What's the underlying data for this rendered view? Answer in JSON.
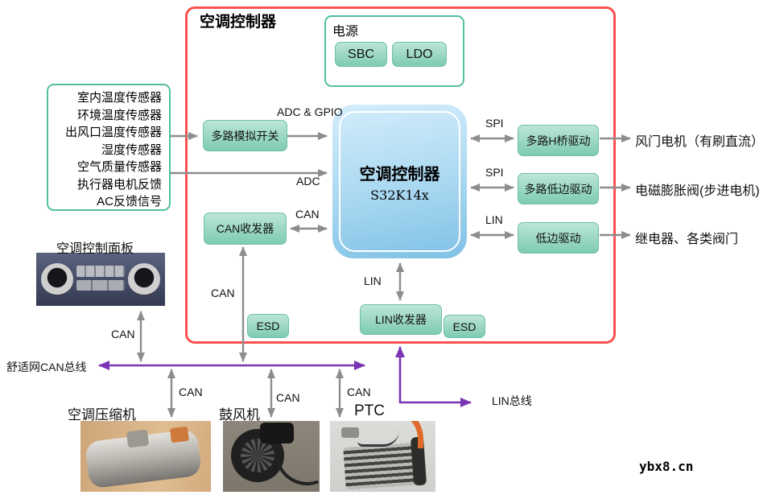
{
  "watermark": "ybx8.cn",
  "colors": {
    "border_red": "#f9524e",
    "teal_border": "#53bfa0",
    "teal_fill_top": "#bce6d7",
    "teal_fill_bottom": "#7ecbb2",
    "mcu_blue_top": "#cfeafa",
    "mcu_blue_bottom": "#82c3e6",
    "bus_purple": "#7a35b5",
    "arrow_gray": "#8d8d8d"
  },
  "controller_box": {
    "title": "空调控制器",
    "power": {
      "title": "电源",
      "chips": [
        "SBC",
        "LDO"
      ]
    },
    "mcu": {
      "title": "空调控制器",
      "part": "S32K14x"
    },
    "analog_switch": "多路模拟开关",
    "can_transceiver": "CAN收发器",
    "lin_transceiver": "LIN收发器",
    "esd1": "ESD",
    "esd2": "ESD"
  },
  "sensors": [
    "室内温度传感器",
    "环境温度传感器",
    "出风口温度传感器",
    "湿度传感器",
    "空气质量传感器",
    "执行器电机反馈",
    "AC反馈信号"
  ],
  "right_rows": [
    {
      "bus": "SPI",
      "driver": "多路H桥驱动",
      "output": "风门电机（有刷直流）"
    },
    {
      "bus": "SPI",
      "driver": "多路低边驱动",
      "output": "电磁膨胀阀(步进电机)"
    },
    {
      "bus": "LIN",
      "driver": "低边驱动",
      "output": "继电器、各类阀门"
    }
  ],
  "wire_labels": {
    "adc_gpio": "ADC & GPIO",
    "adc": "ADC",
    "can_mcu": "CAN",
    "lin_mcu": "LIN",
    "can_vertical": "CAN",
    "can_panel": "CAN",
    "comfort_bus": "舒适网CAN总线",
    "can_compressor": "CAN",
    "can_blower": "CAN",
    "can_ptc": "CAN",
    "lin_bus": "LIN总线"
  },
  "peripherals": {
    "panel": "空调控制面板",
    "compressor": "空调压缩机",
    "blower": "鼓风机",
    "ptc": "PTC"
  }
}
